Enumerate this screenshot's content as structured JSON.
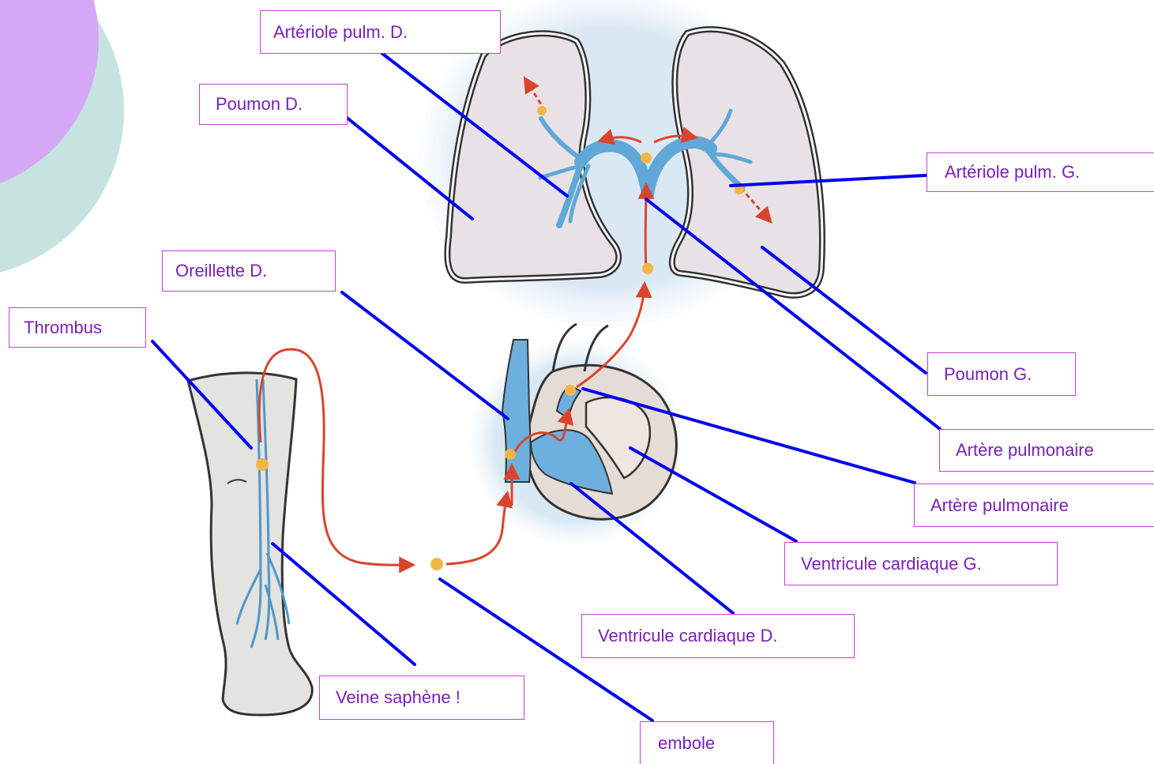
{
  "labels": {
    "arteriole_d": "Artériole pulm. D.",
    "poumon_d": "Poumon D.",
    "arteriole_g": "Artériole pulm. G.",
    "oreillette_d": "Oreillette D.",
    "thrombus": "Thrombus",
    "poumon_g": "Poumon G.",
    "artere_pulm_1": "Artère pulmonaire",
    "artere_pulm_2": "Artère pulmonaire",
    "ventricule_g": "Ventricule cardiaque G.",
    "ventricule_d": "Ventricule cardiaque D.",
    "veine": "Veine saphène !",
    "embole": "embole"
  },
  "colors": {
    "label_border": "#c23fd6",
    "label_text": "#7a1fb8",
    "leader_line": "#0000ee",
    "vessel": "#5fa8d8",
    "flow_arrow": "#d9452c",
    "clot": "#f2b548",
    "lung_fill": "#e8e2e6",
    "heart_fill": "#e6dcd6",
    "bg_circle_purple": "#d5a8f5",
    "bg_circle_teal": "#c6e3e0"
  }
}
